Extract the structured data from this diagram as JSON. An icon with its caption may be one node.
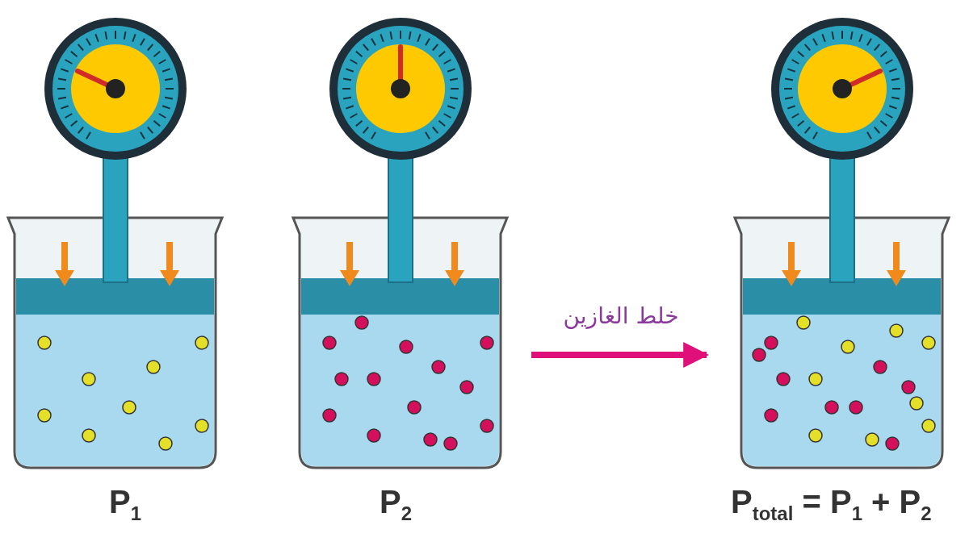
{
  "diagram": {
    "nodes": [
      {
        "text": [],
        "shape": "picture",
        "beside": [
          "P$_{1}$"
        ]
      },
      {
        "text": [],
        "shape": "picture",
        "beside": [
          "P$_{2}$"
        ]
      },
      {
        "text": [],
        "shape": "picture",
        "beside": [
          "P$_{total}$ = P$_{1}$ + P$_{2}$"
        ]
      }
    ],
    "edges": [
      {
        "from": 1,
        "to": 2,
        "arrow": "to",
        "label": "خلط الغازين"
      }
    ]
  }
}
